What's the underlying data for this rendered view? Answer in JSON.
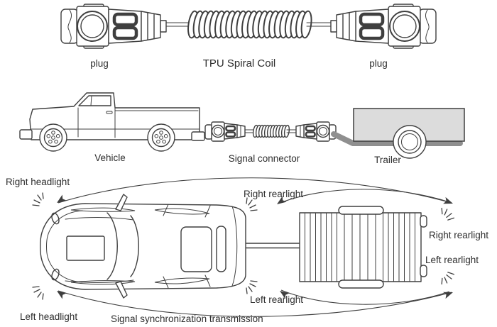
{
  "colors": {
    "line": "#3f3f3f",
    "text": "#2d2d2d",
    "trailer_fill": "#dcdcdc",
    "beam_fill": "#8f8f8f",
    "background": "#ffffff"
  },
  "top_section": {
    "plug_left_label": "plug",
    "coil_label": "TPU Spiral Coil",
    "plug_right_label": "plug"
  },
  "middle_section": {
    "vehicle_label": "Vehicle",
    "connector_label": "Signal connector",
    "trailer_label": "Trailer"
  },
  "bottom_section": {
    "right_headlight_label": "Right headlight",
    "car_right_rearlight_label": "Right rearlight",
    "trailer_right_rearlight_label": "Right rearlight",
    "trailer_left_rearlight_label": "Left rearlight",
    "car_left_rearlight_label": "Left rearlight",
    "left_headlight_label": "Left headlight",
    "caption": "Signal synchronization transmission"
  }
}
